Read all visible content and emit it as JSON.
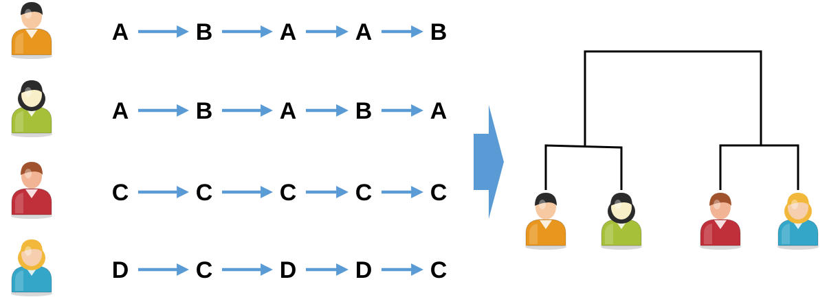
{
  "people": [
    {
      "id": "orange-man",
      "colors": {
        "body": "#e8961e",
        "hair": "#2b2b2b",
        "face": "#f6c9a2"
      },
      "sequence": [
        "A",
        "B",
        "A",
        "A",
        "B"
      ]
    },
    {
      "id": "green-woman",
      "colors": {
        "body": "#a6c03a",
        "hair": "#2b2b2b",
        "face": "#f8eec8"
      },
      "sequence": [
        "A",
        "B",
        "A",
        "B",
        "A"
      ]
    },
    {
      "id": "red-man",
      "colors": {
        "body": "#c0303a",
        "hair": "#a0522d",
        "face": "#f1b596"
      },
      "sequence": [
        "C",
        "C",
        "C",
        "C",
        "C"
      ]
    },
    {
      "id": "blue-woman",
      "colors": {
        "body": "#34a7c9",
        "hair": "#f2b83c",
        "face": "#f6cfae"
      },
      "sequence": [
        "D",
        "C",
        "D",
        "D",
        "C"
      ]
    }
  ],
  "arrow_color": "#5b9bd5",
  "big_arrow_color": "#5b9bd5",
  "dendrogram": {
    "leaf_order": [
      "orange-man",
      "green-woman",
      "red-man",
      "blue-woman"
    ],
    "merges": [
      [
        "orange-man",
        "green-woman"
      ],
      [
        "red-man",
        "blue-woman"
      ],
      [
        "left-cluster",
        "right-cluster"
      ]
    ],
    "line_color": "#000000"
  }
}
